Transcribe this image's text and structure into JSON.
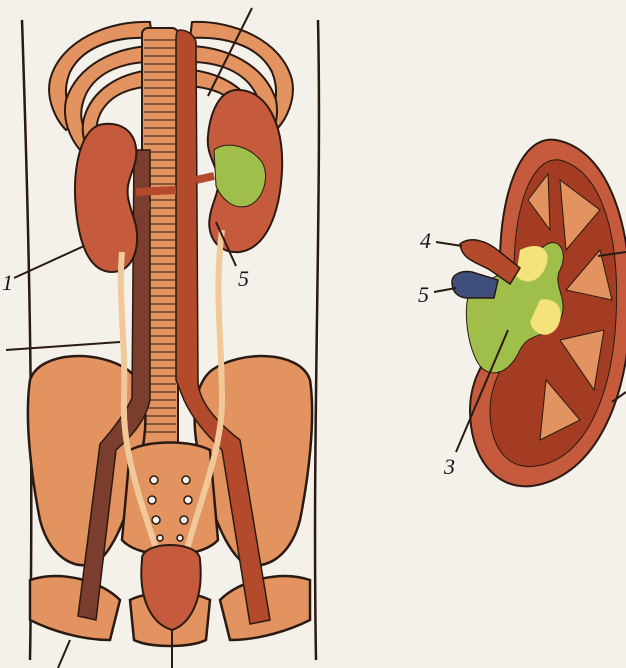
{
  "figure": {
    "colors": {
      "paper": "#f4f0ea",
      "outline": "#2a1a12",
      "organ": "#e2935f",
      "kidney": "#c55a3c",
      "artery": "#b34a2c",
      "vein": "#7a3d2e",
      "ureter": "#f0c89a",
      "hilum_green": "#9fbf4a",
      "hilum_yellow": "#f3e37a",
      "vein_blue": "#3d4f7a",
      "cortex": "#a33c22"
    },
    "labels": {
      "body_kidney": "1",
      "body_vessel": "5",
      "renal_artery": "4",
      "renal_vein": "5",
      "renal_pelvis": "3"
    }
  }
}
